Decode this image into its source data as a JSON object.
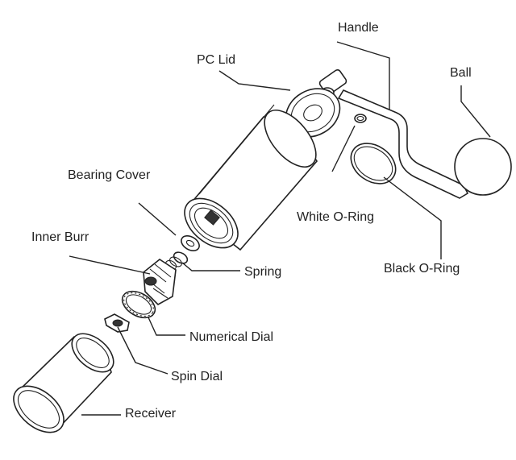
{
  "labels": {
    "handle": "Handle",
    "pc_lid": "PC Lid",
    "ball": "Ball",
    "bearing_cover": "Bearing Cover",
    "white_o_ring": "White O-Ring",
    "inner_burr": "Inner Burr",
    "spring": "Spring",
    "black_o_ring": "Black O-Ring",
    "numerical_dial": "Numerical Dial",
    "spin_dial": "Spin Dial",
    "receiver": "Receiver"
  }
}
